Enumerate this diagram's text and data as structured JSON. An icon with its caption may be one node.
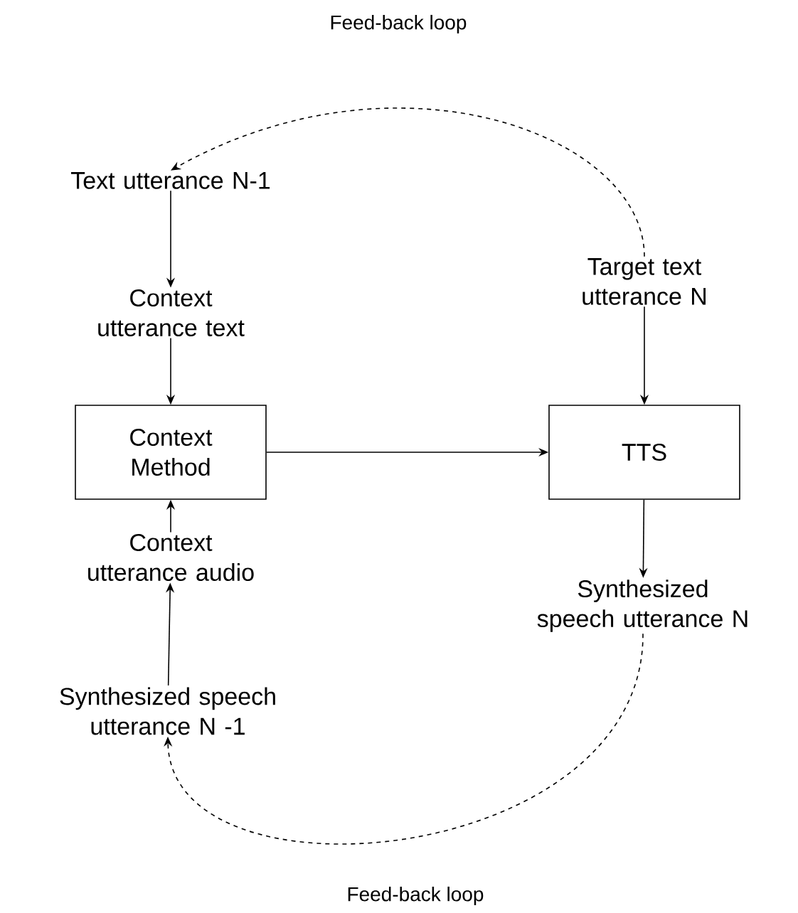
{
  "diagram": {
    "nodes": [
      {
        "text": [
          "Text utterance N-1"
        ]
      },
      {
        "text": [
          "Context utterance text"
        ]
      },
      {
        "text": [
          "Context Method"
        ]
      },
      {
        "text": [
          "Context utterance audio"
        ]
      },
      {
        "text": [
          "Synthesized speech utterance N -1"
        ]
      },
      {
        "text": [
          "Target text utterance N"
        ]
      },
      {
        "text": [
          "TTS"
        ]
      },
      {
        "text": [
          "Synthesized speech utterance N"
        ]
      }
    ],
    "edges": [
      {
        "from": 0,
        "to": 1,
        "arrow": "to"
      },
      {
        "from": 1,
        "to": 2,
        "arrow": "to"
      },
      {
        "from": 3,
        "to": 2,
        "arrow": "to"
      },
      {
        "from": 4,
        "to": 3,
        "arrow": "to"
      },
      {
        "from": 2,
        "to": 6,
        "arrow": "to"
      },
      {
        "from": 5,
        "to": 6,
        "arrow": "to"
      },
      {
        "from": 6,
        "to": 7,
        "arrow": "to"
      },
      {
        "from": 5,
        "to": 0,
        "arrow": "to",
        "style": "dashed",
        "label": "Feed-back loop"
      },
      {
        "from": 7,
        "to": 4,
        "arrow": "to",
        "style": "dashed",
        "label": "Feed-back loop"
      }
    ]
  }
}
